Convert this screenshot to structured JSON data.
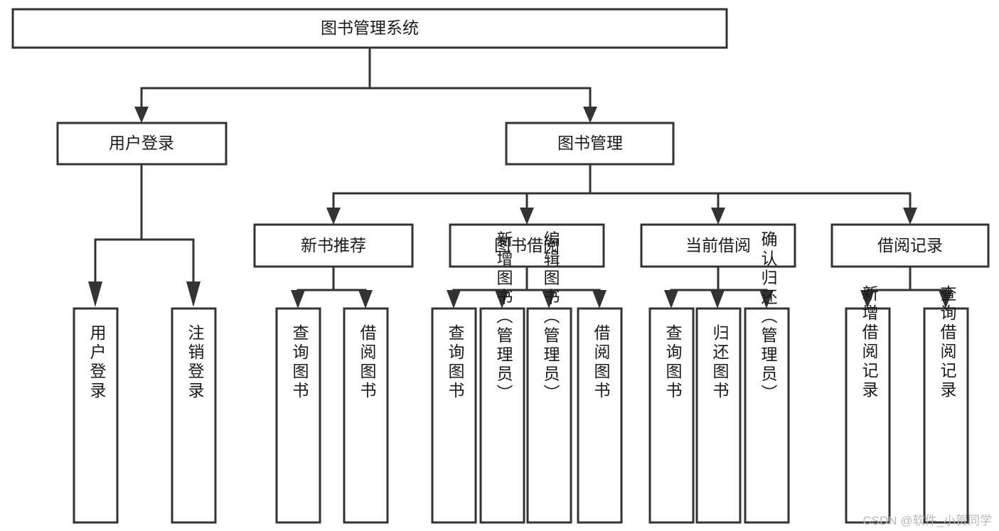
{
  "diagram": {
    "type": "tree-hierarchy",
    "title": "图书管理系统",
    "background_color": "#ffffff",
    "box_stroke_color": "#333333",
    "text_color": "#1a1a1a",
    "root": {
      "id": "root",
      "label": "图书管理系统",
      "orientation": "horizontal"
    },
    "level2": [
      {
        "id": "user-login",
        "label": "用户登录",
        "orientation": "horizontal"
      },
      {
        "id": "book-manage",
        "label": "图书管理",
        "orientation": "horizontal"
      }
    ],
    "level3": [
      {
        "id": "new-book-rec",
        "label": "新书推荐",
        "orientation": "horizontal",
        "parent": "book-manage"
      },
      {
        "id": "book-borrow",
        "label": "图书借阅",
        "orientation": "horizontal",
        "parent": "book-manage"
      },
      {
        "id": "current-borrow",
        "label": "当前借阅",
        "orientation": "horizontal",
        "parent": "book-manage"
      },
      {
        "id": "borrow-record",
        "label": "借阅记录",
        "orientation": "horizontal",
        "parent": "book-manage"
      }
    ],
    "leaves": [
      {
        "id": "leaf-user-login",
        "label": "用户登录",
        "parent": "user-login",
        "orientation": "vertical"
      },
      {
        "id": "leaf-logout",
        "label": "注销登录",
        "parent": "user-login",
        "orientation": "vertical"
      },
      {
        "id": "leaf-query-book-1",
        "label": "查询图书",
        "parent": "new-book-rec",
        "orientation": "vertical"
      },
      {
        "id": "leaf-borrow-book-1",
        "label": "借阅图书",
        "parent": "new-book-rec",
        "orientation": "vertical"
      },
      {
        "id": "leaf-query-book-2",
        "label": "查询图书",
        "parent": "book-borrow",
        "orientation": "vertical"
      },
      {
        "id": "leaf-add-book",
        "label": "新增图书（管理员）",
        "parent": "book-borrow",
        "orientation": "vertical"
      },
      {
        "id": "leaf-edit-book",
        "label": "编辑图书（管理员）",
        "parent": "book-borrow",
        "orientation": "vertical"
      },
      {
        "id": "leaf-borrow-book-2",
        "label": "借阅图书",
        "parent": "book-borrow",
        "orientation": "vertical"
      },
      {
        "id": "leaf-query-book-3",
        "label": "查询图书",
        "parent": "current-borrow",
        "orientation": "vertical"
      },
      {
        "id": "leaf-return-book",
        "label": "归还图书",
        "parent": "current-borrow",
        "orientation": "vertical"
      },
      {
        "id": "leaf-confirm-return",
        "label": "确认归还（管理员）",
        "parent": "current-borrow",
        "orientation": "vertical"
      },
      {
        "id": "leaf-add-record",
        "label": "新增借阅记录",
        "parent": "borrow-record",
        "orientation": "vertical"
      },
      {
        "id": "leaf-query-record",
        "label": "查询借阅记录",
        "parent": "borrow-record",
        "orientation": "vertical"
      }
    ]
  },
  "watermark": {
    "text": "CSDN @软件_小贺同学",
    "color": "#b8b8b8"
  }
}
